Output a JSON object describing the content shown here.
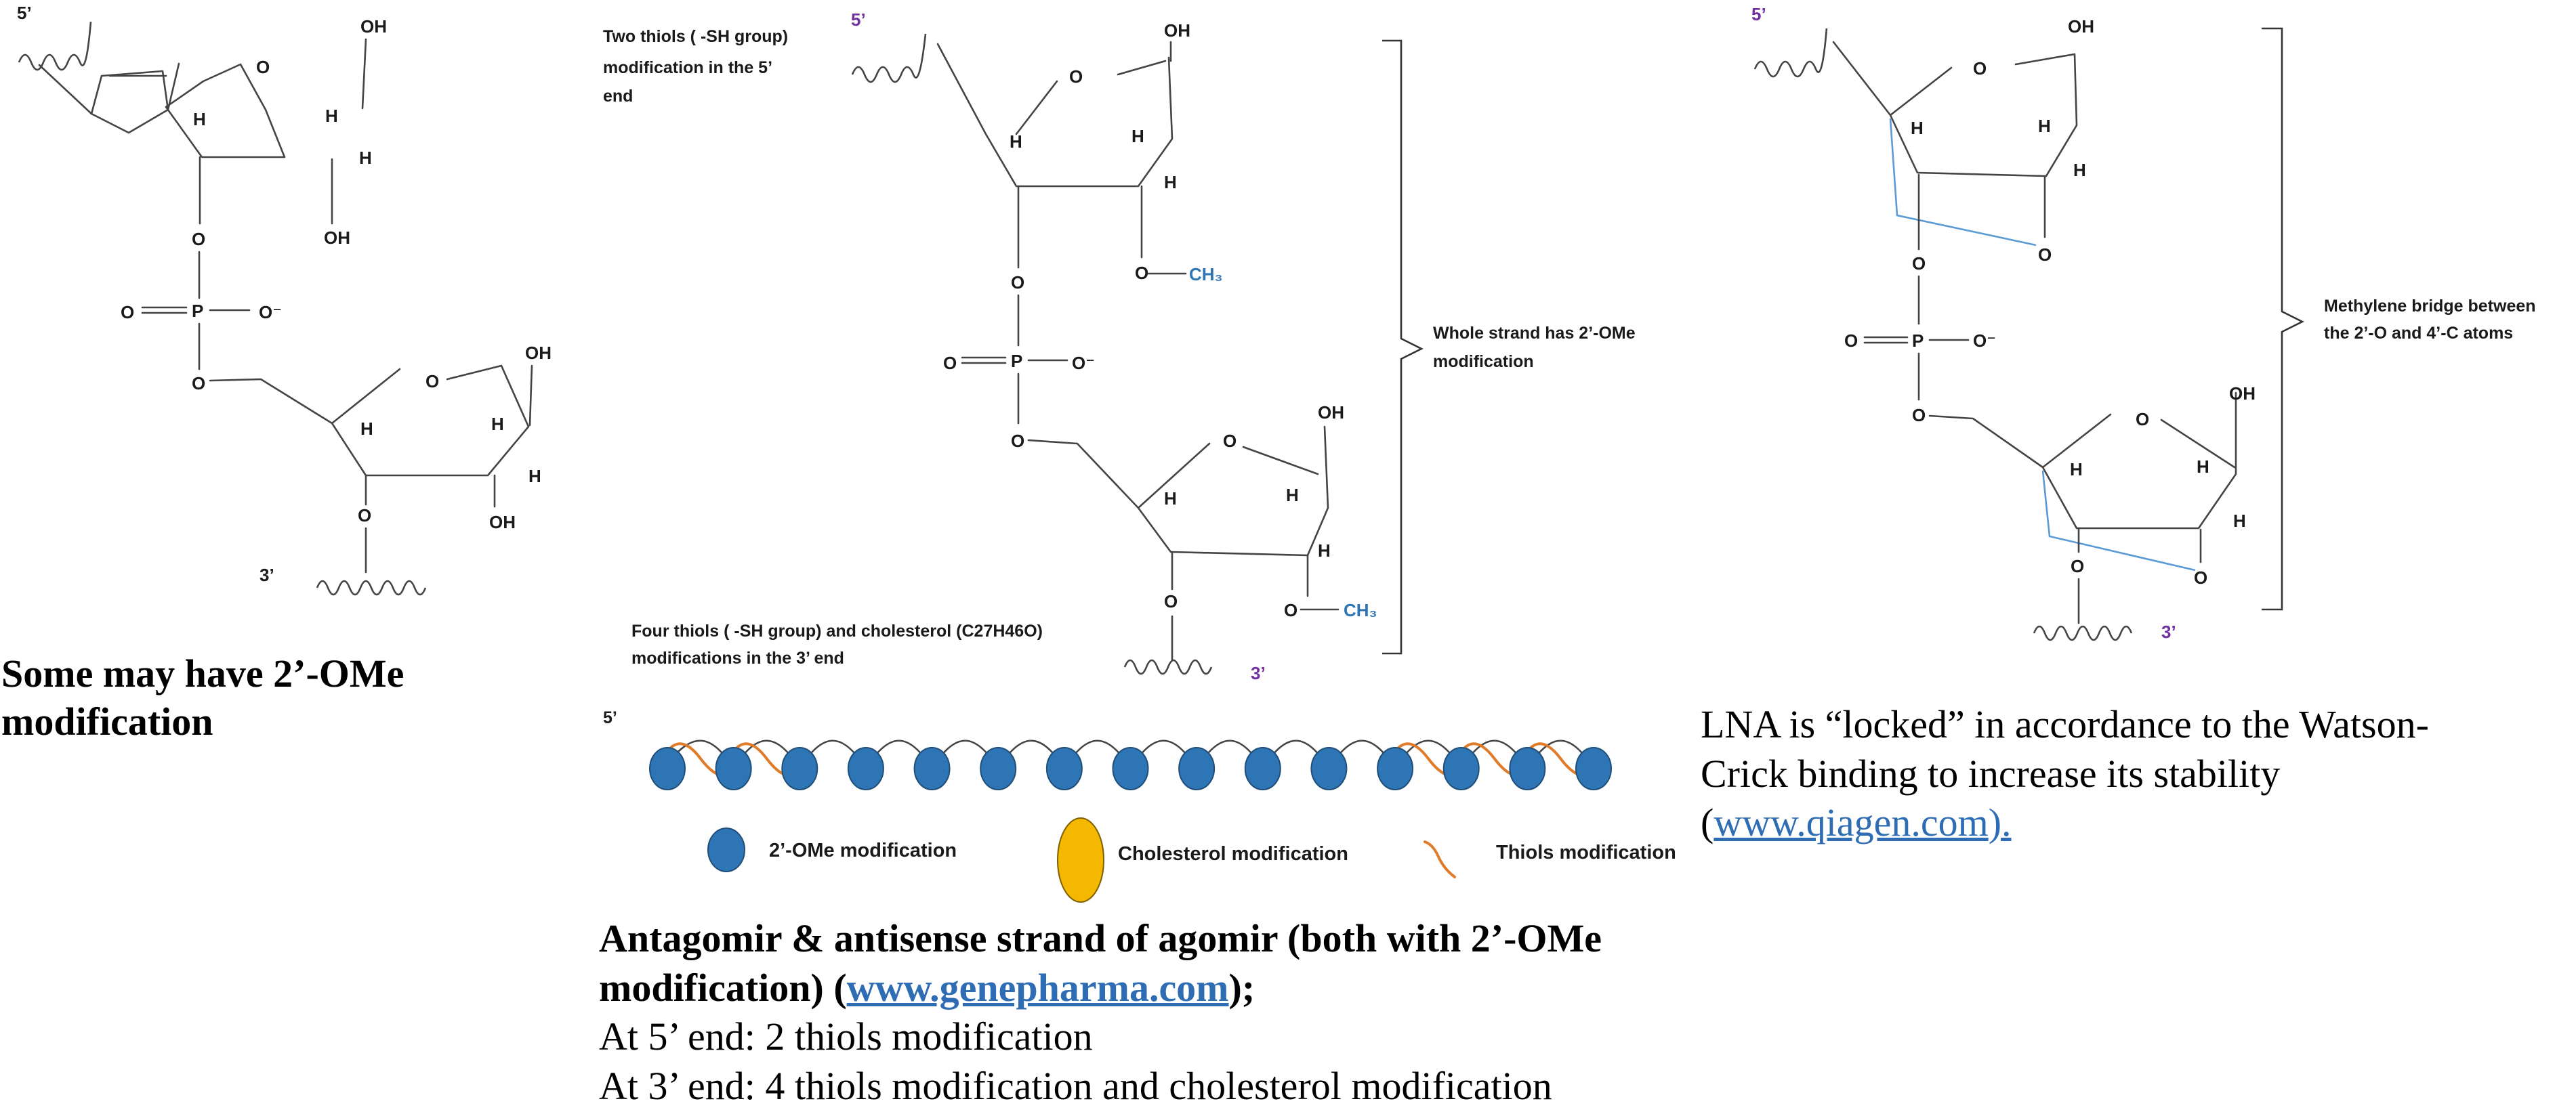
{
  "left_structure": {
    "five_prime": "5’",
    "three_prime": "3’",
    "ring_O_top": "O",
    "ring_O_bottom": "O",
    "OH_top_1": "OH",
    "OH_top_2": "OH",
    "OH_bottom_1": "OH",
    "OH_bottom_2": "OH",
    "H": "H",
    "link_O": "O",
    "phosphorus": "P",
    "O_minus": "O⁻"
  },
  "middle_structure": {
    "five_prime": "5’",
    "three_prime": "3’",
    "methyl": "CH₃",
    "thiols_5_note": [
      "Two thiols ( -SH group)",
      "modification in the 5’",
      "end"
    ],
    "thiols_3_note": [
      "Four thiols ( -SH group) and cholesterol (C27H46O)",
      "modifications in the 3’ end"
    ],
    "whole_strand_note": [
      "Whole strand has 2’-OMe",
      "modification"
    ]
  },
  "strand": {
    "five_prime": "5’",
    "bead_count": 15,
    "thiol_beads_5": 2,
    "thiol_beads_3": 3,
    "legend_ome": "2’-OMe modification",
    "legend_cholesterol": "Cholesterol modification",
    "legend_thiols": "Thiols modification",
    "colors": {
      "bead": "#2e75b6",
      "cholesterol": "#f5b800",
      "thiol": "#e07b2a"
    }
  },
  "right_structure": {
    "five_prime": "5’",
    "three_prime": "3’",
    "bridge_note": [
      "Methylene bridge between",
      "the 2’-O and 4’-C atoms"
    ]
  },
  "captions": {
    "left": [
      "Some may have 2’-OMe",
      "modification"
    ],
    "middle": {
      "line1": "Antagomir & antisense strand of agomir (both with 2’-OMe",
      "line2_pre": "modification) (",
      "line2_link": "www.genepharma.com",
      "line2_post": ");",
      "line3": "At 5’ end: 2 thiols modification",
      "line4": "At 3’ end: 4 thiols modification and cholesterol modification"
    },
    "right": {
      "line1": "LNA is “locked” in accordance to the Watson-",
      "line2": "Crick binding to increase its stability",
      "line3_pre": "(",
      "line3_link": "www.qiagen.com",
      "line3_post": ")."
    }
  }
}
